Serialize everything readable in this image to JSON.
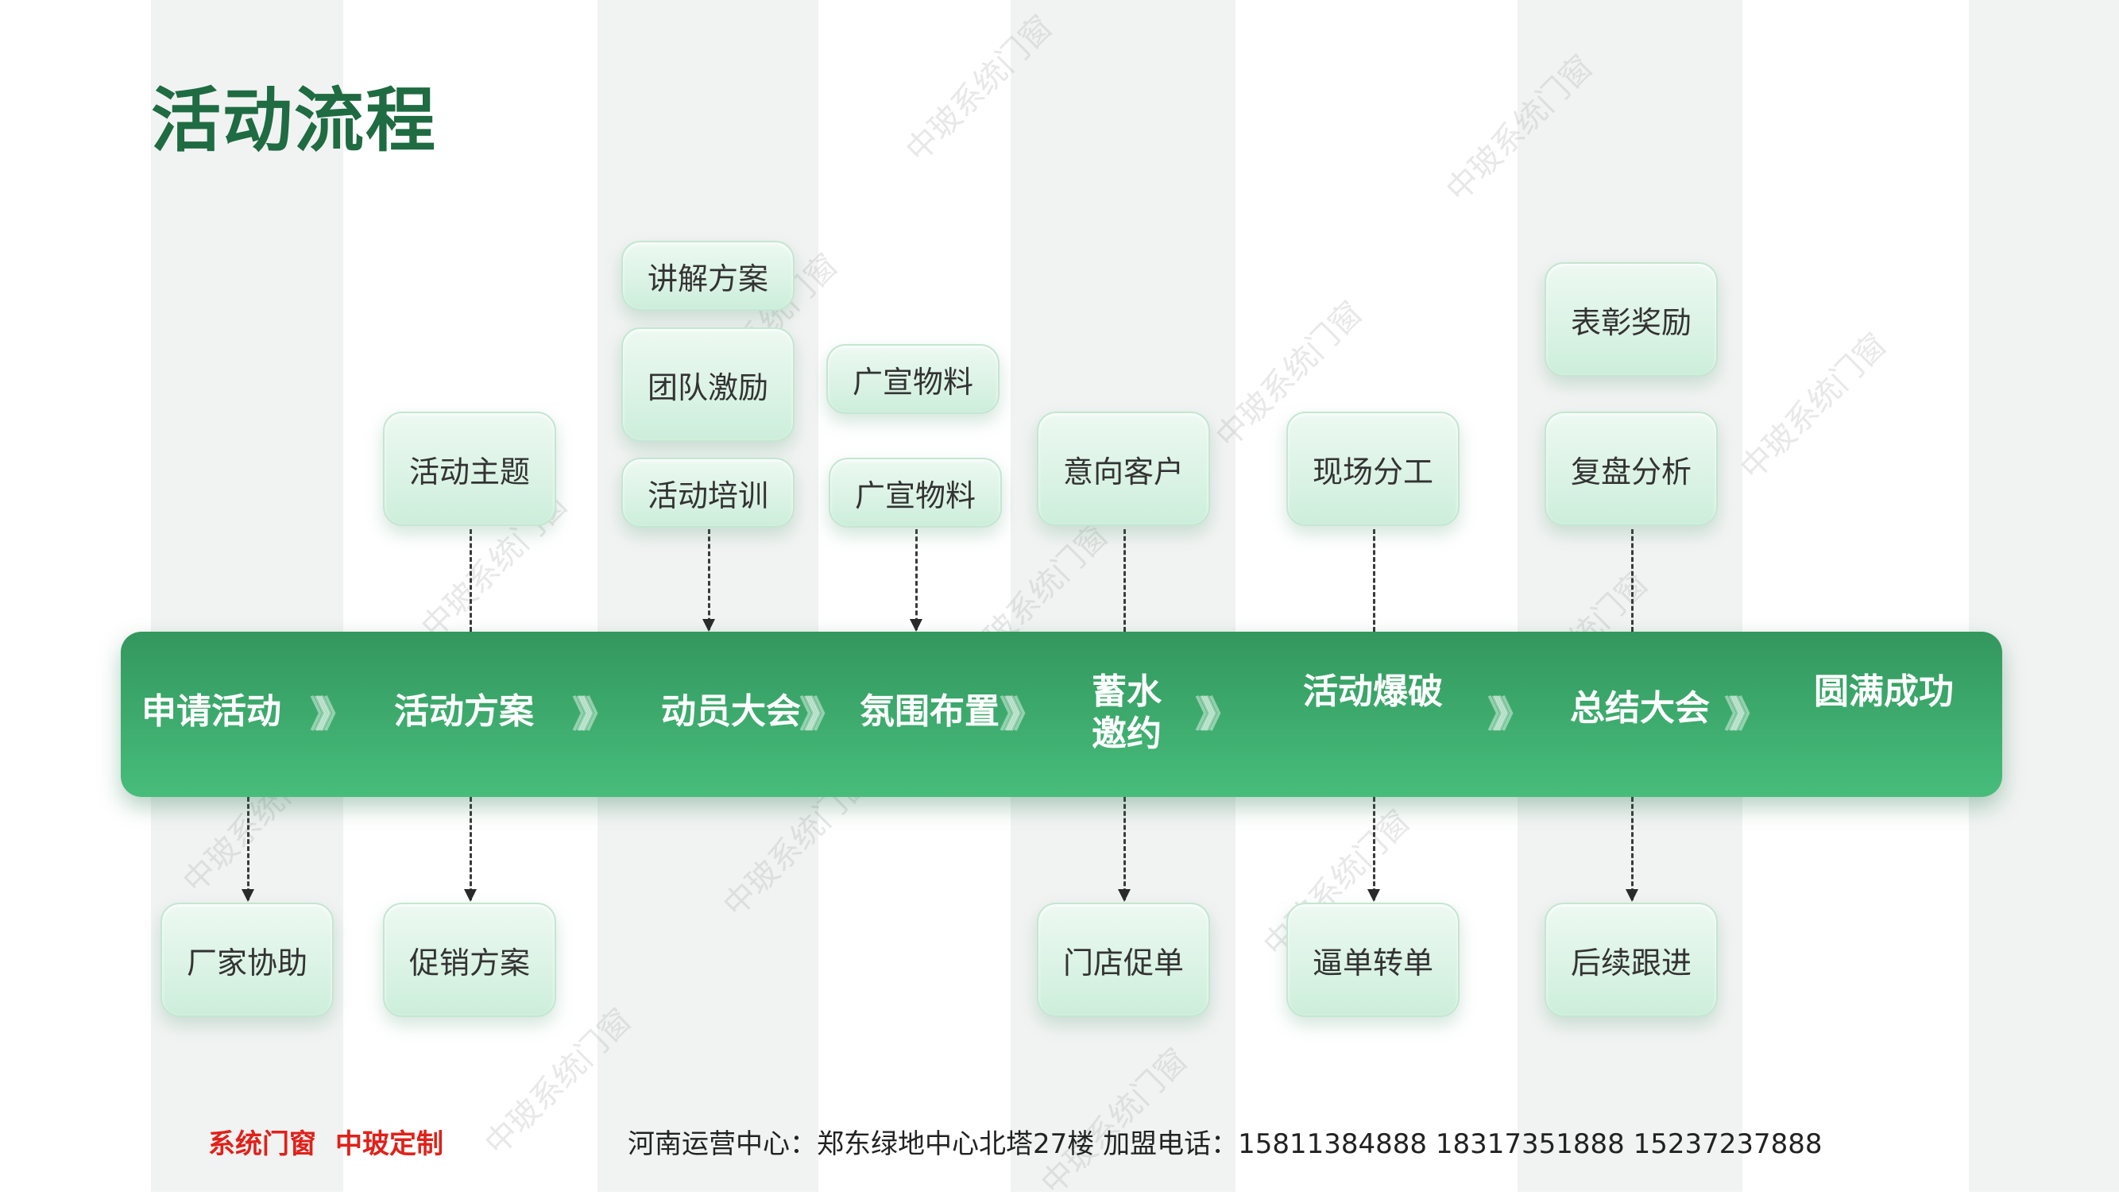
{
  "title": "活动流程",
  "stages": [
    "申请活动",
    "活动方案",
    "动员大会",
    "氛围布置",
    "蓄水邀约",
    "活动爆破",
    "总结大会",
    "圆满成功"
  ],
  "stage_5_lines": [
    "蓄水",
    "邀约"
  ],
  "chevrons": "》》》",
  "top_boxes": {
    "huodong_zhuti": "活动主题",
    "jiangjie_fangan": "讲解方案",
    "tuandui_jili": "团队激励",
    "huodong_peixun": "活动培训",
    "guangxuan_wuliao_1": "广宣物料",
    "guangxuan_wuliao_2": "广宣物料",
    "yixiang_kehu": "意向客户",
    "xianchang_fengong": "现场分工",
    "biaozhang_jiangli": "表彰奖励",
    "fupan_fenxi": "复盘分析"
  },
  "bottom_boxes": {
    "changjia_xiezhu": "厂家协助",
    "cuxiao_fangan": "促销方案",
    "mendian_cudan": "门店促单",
    "bidan_zhuandan": "逼单转单",
    "houxu_genjin": "后续跟进"
  },
  "watermark": "中玻系统门窗",
  "footer": {
    "brand_1": "系统门窗",
    "brand_2": "中玻定制",
    "contact": "河南运营中心：郑东绿地中心北塔27楼 加盟电话：15811384888  18317351888 15237237888"
  },
  "colors": {
    "title": "#1f6b42",
    "band_top": "#33975e",
    "band_bottom": "#47bd7b",
    "box_fill": "#d8f1e3",
    "footer_brand": "#e0211a"
  }
}
